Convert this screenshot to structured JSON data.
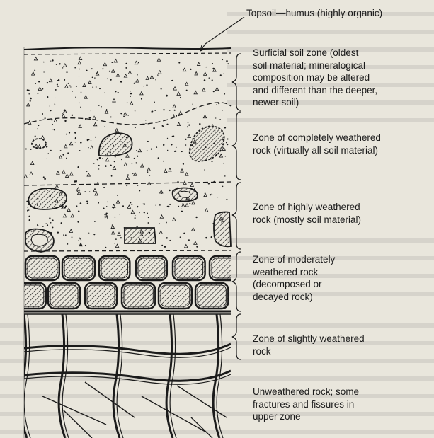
{
  "zones": [
    {
      "id": "topsoil",
      "text": "Topsoil—humus (highly organic)"
    },
    {
      "id": "surficial",
      "text": "Surficial soil zone (oldest\nsoil material; mineralogical\ncomposition may be altered\nand different than the deeper,\nnewer soil)"
    },
    {
      "id": "complete",
      "text": "Zone of completely weathered\nrock (virtually all soil material)"
    },
    {
      "id": "highly",
      "text": "Zone of highly weathered\nrock (mostly soil material)"
    },
    {
      "id": "moderate",
      "text": "Zone of moderately\nweathered rock\n(decomposed or\ndecayed rock)"
    },
    {
      "id": "slight",
      "text": "Zone of slightly weathered\nrock"
    },
    {
      "id": "unweathered",
      "text": "Unweathered rock; some\nfractures and fissures in\nupper zone"
    }
  ],
  "colors": {
    "paper": "#e9e6dc",
    "ink": "#1b1b1b"
  }
}
